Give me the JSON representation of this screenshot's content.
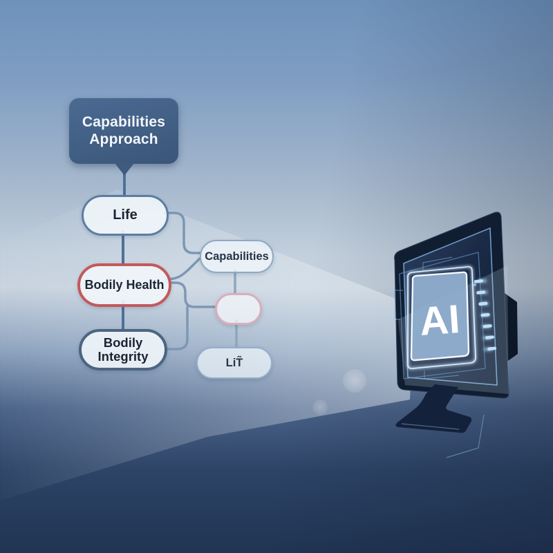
{
  "root_node": {
    "label": "Capabilities Approach"
  },
  "flowchart": {
    "nodes": [
      {
        "id": "life",
        "label": "Life",
        "border_color": "#5b7da3"
      },
      {
        "id": "bodily_health",
        "label": "Bodily Health",
        "border_color": "#c2595c"
      },
      {
        "id": "bodily_integrity",
        "label": "Bodily Integrity",
        "border_color": "#4c6580"
      },
      {
        "id": "capabilities",
        "label": "Capabilities",
        "border_color": "#8fa9c4"
      },
      {
        "id": "unlabeled_pink",
        "label": "",
        "border_color": "#d8aebb"
      },
      {
        "id": "lit",
        "label": "LiT̃",
        "border_color": "#93aecb"
      }
    ]
  },
  "monitor": {
    "chip_label": "AI",
    "pin_count": 7
  },
  "palette": {
    "background_top": "#6e92bb",
    "background_mid": "#c8d3df",
    "background_bottom": "#203453",
    "root_fill": "#3e5a7d",
    "beam": "#eef5fa",
    "monitor_body": "#111e32",
    "chip_core": "#93b2d2",
    "chip_glow": "#cfe6fa"
  }
}
